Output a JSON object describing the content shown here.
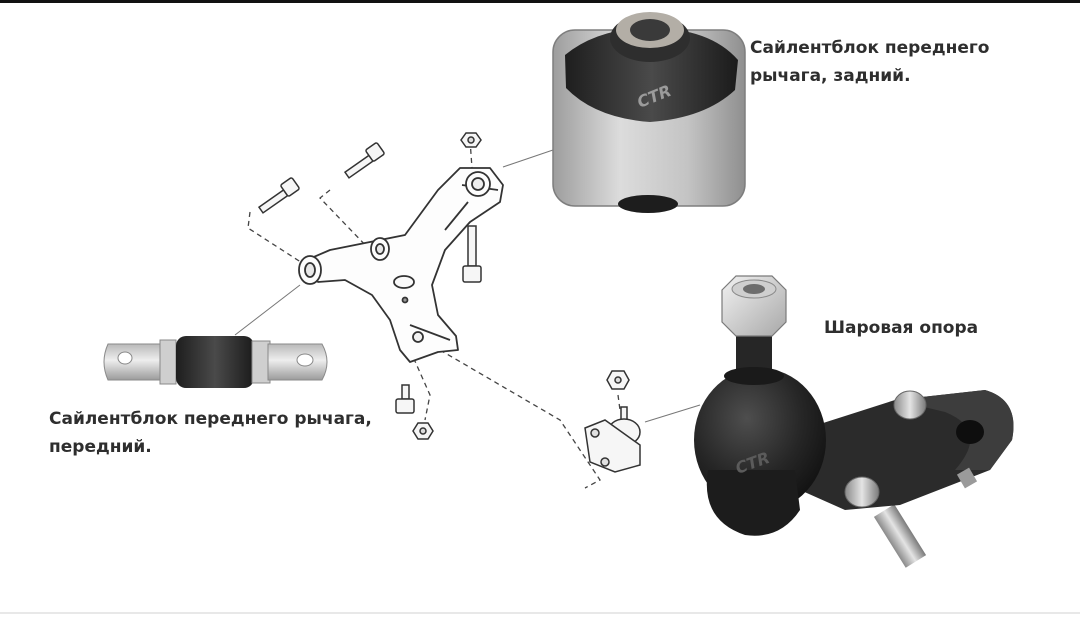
{
  "labels": {
    "rear_bushing": "Сайлентблок переднего рычага, задний.",
    "ball_joint": "Шаровая опора",
    "front_bushing": "Сайлентблок переднего рычага, передний."
  },
  "colors": {
    "text": "#2e2e2e",
    "rubber": "#2b2b2b",
    "metal": "#c9c9c9",
    "casing": "#bdbdbd",
    "outline": "#555555"
  }
}
